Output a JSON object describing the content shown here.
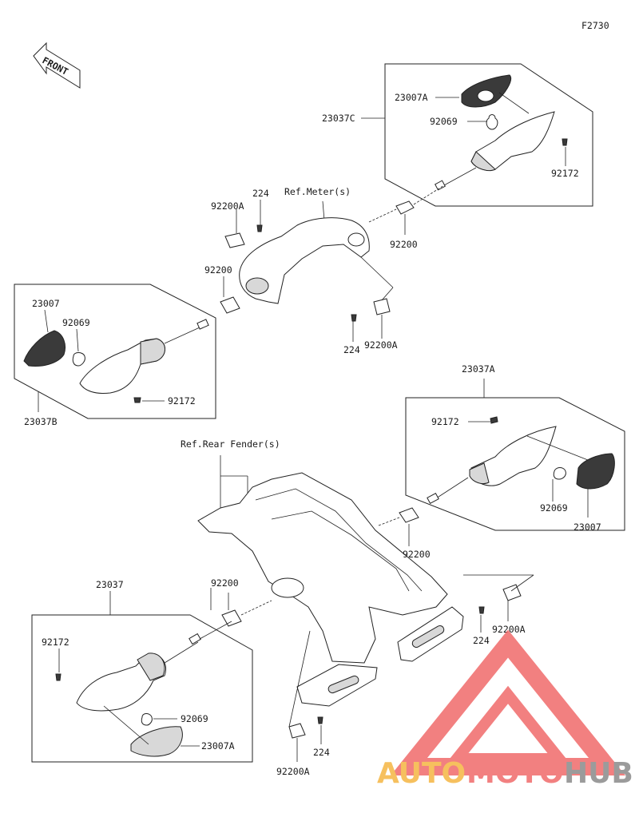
{
  "figure_code": "F2730",
  "front_label": "FRONT",
  "ref_labels": {
    "meter": "Ref.Meter(s)",
    "rear_fender": "Ref.Rear Fender(s)"
  },
  "part_labels": {
    "a_23007A": "23007A",
    "a_92069": "92069",
    "a_23037C": "23037C",
    "a_92172": "92172",
    "b_224": "224",
    "b_92200A": "92200A",
    "b_92200": "92200",
    "b_92200_left": "92200",
    "b_224_low": "224",
    "b_92200A_low": "92200A",
    "c_23007": "23007",
    "c_92069": "92069",
    "c_92172": "92172",
    "c_23037B": "23037B",
    "d_23037A": "23037A",
    "d_92172": "92172",
    "d_92069": "92069",
    "d_23007": "23007",
    "e_92200": "92200",
    "e_92200A": "92200A",
    "e_224": "224",
    "f_23037": "23037",
    "f_92200": "92200",
    "f_92172": "92172",
    "f_92069": "92069",
    "f_23007A": "23007A",
    "g_224": "224",
    "g_92200A": "92200A"
  },
  "watermark": {
    "part1": "AUTO",
    "part2": "MOTO",
    "part3": "HUB",
    "color_orange": "#f5b642",
    "color_red": "#f06b6b",
    "color_grey": "#8a8a8a"
  }
}
